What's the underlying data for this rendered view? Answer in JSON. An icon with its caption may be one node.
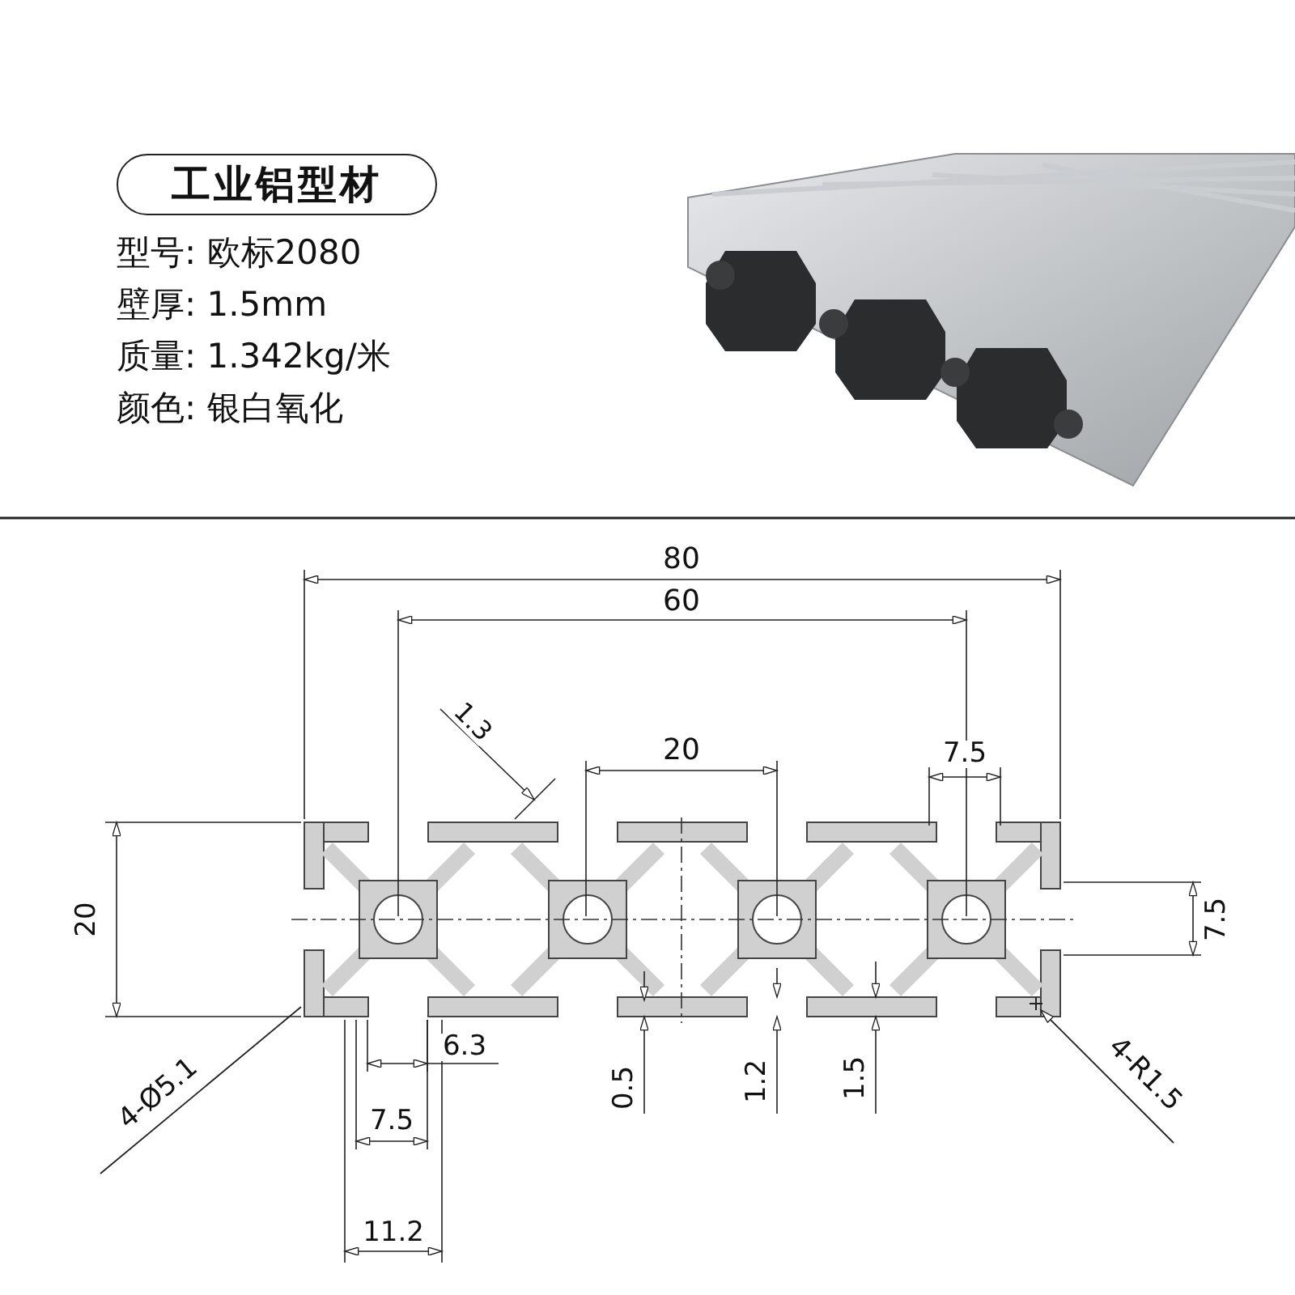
{
  "diagram": {
    "nodes": [
      {
        "text": [
          "工业铝型材"
        ]
      },
      {
        "text": [
          "4-Ø5.1"
        ]
      },
      {
        "text": [
          "4-R1.5"
        ]
      }
    ],
    "edges": [
      {
        "from": 1,
        "to": null,
        "arrow": "none"
      },
      {
        "from": 2,
        "to": null,
        "arrow": "to"
      }
    ],
    "labels": [
      "型号: 欧标2080",
      "壁厚: 1.5mm",
      "质量: 1.342kg/米",
      "颜色: 银白氧化",
      "80",
      "60",
      "1.3",
      "20",
      "7.5",
      "20",
      "7.5",
      "6.3",
      "0.5",
      "1.2",
      "1.5",
      "7.5",
      "11.2"
    ]
  }
}
